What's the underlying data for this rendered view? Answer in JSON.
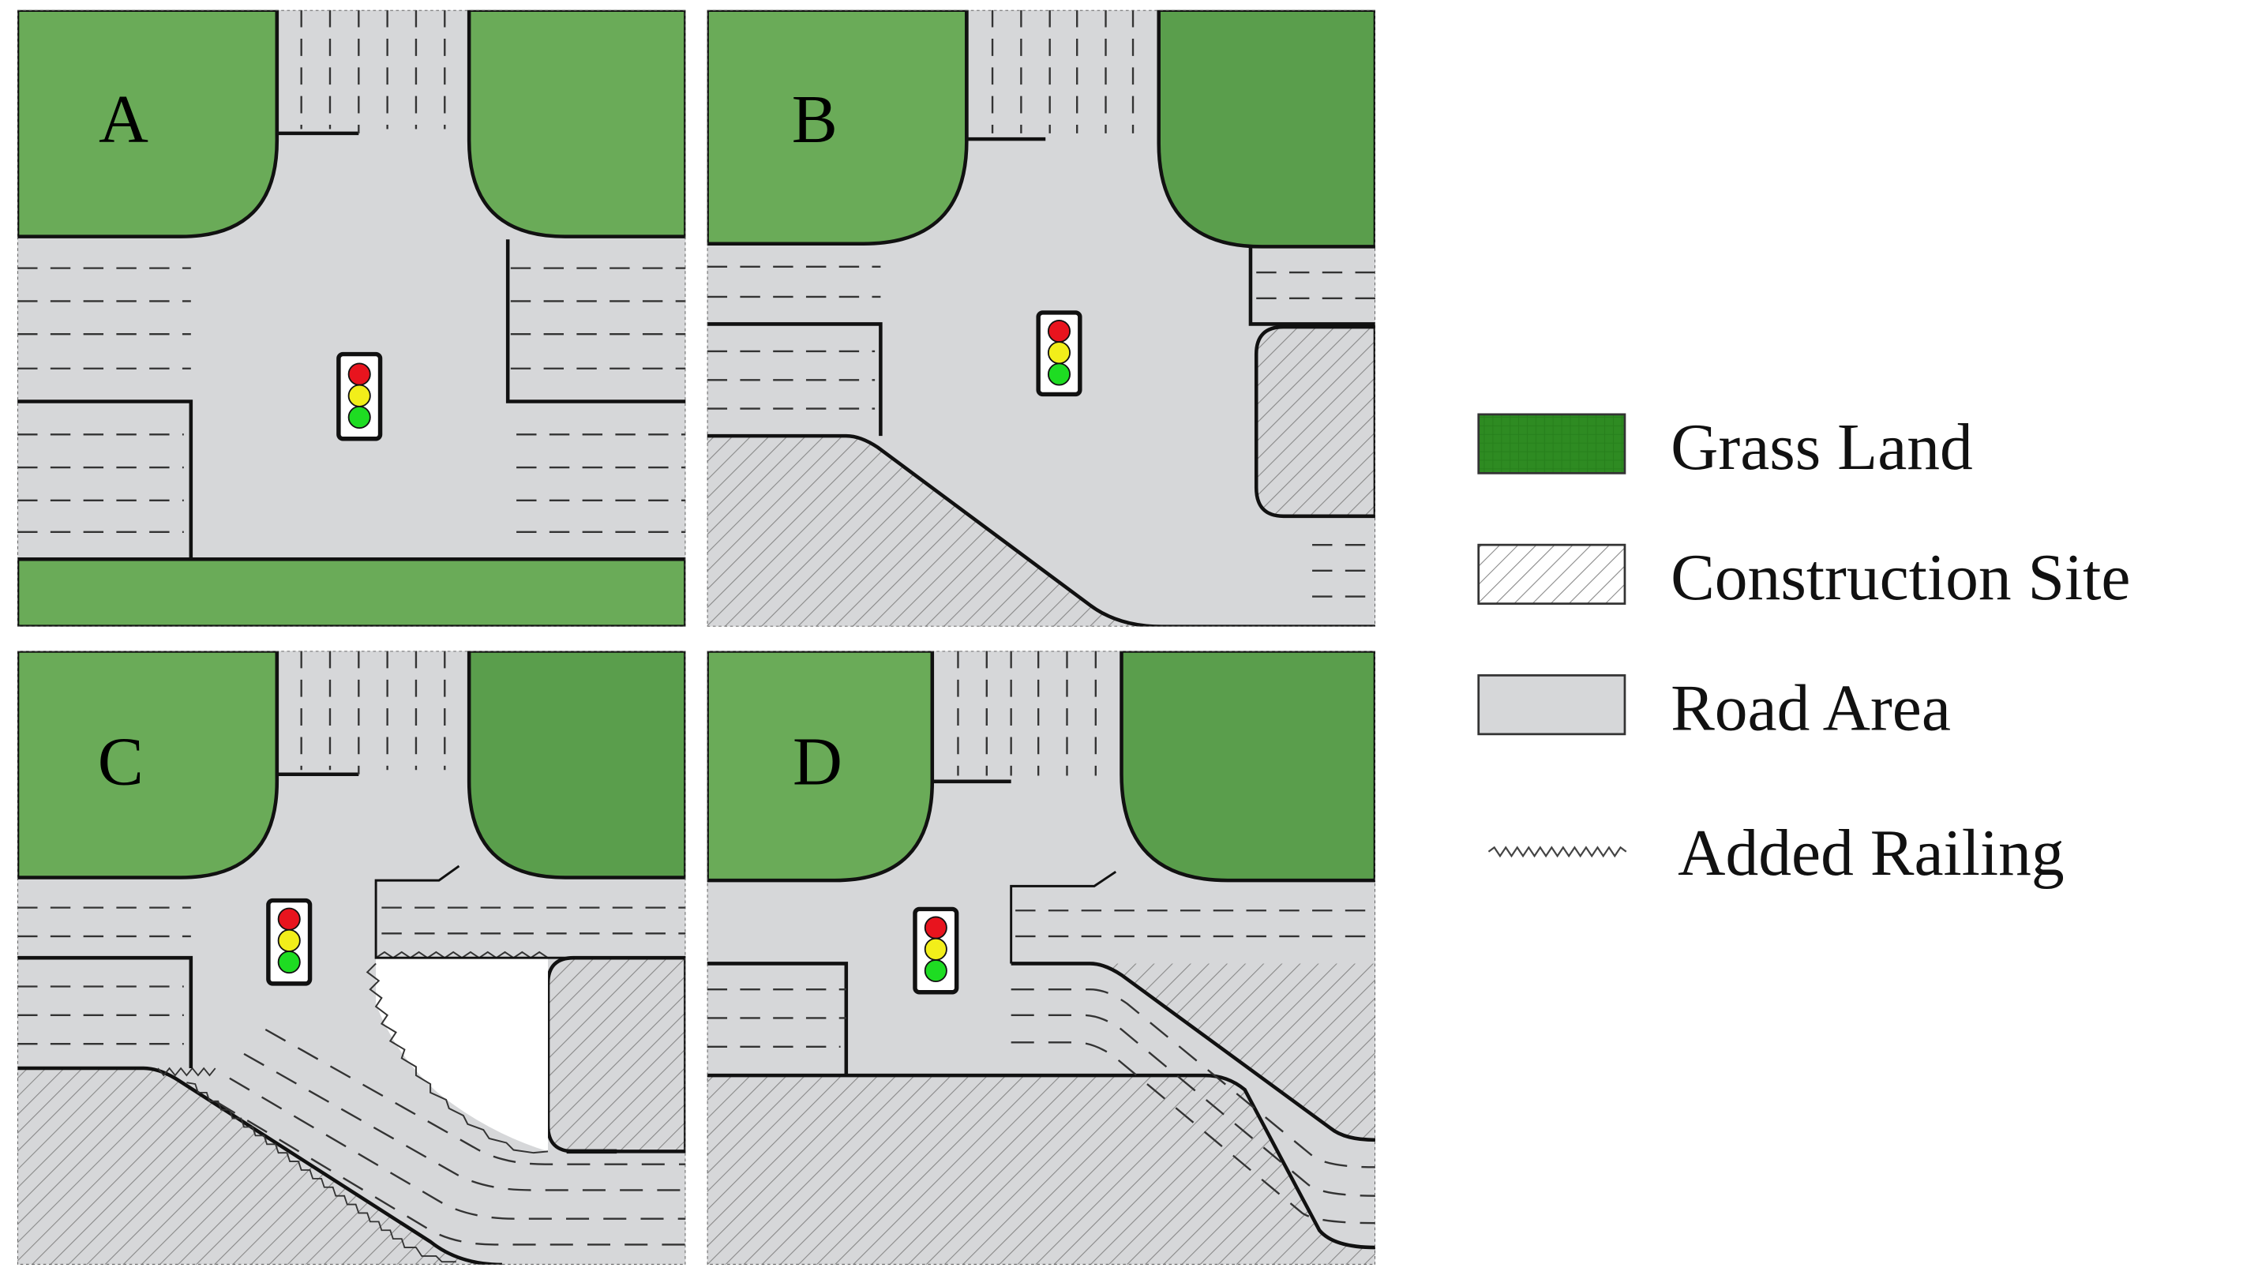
{
  "panels": [
    {
      "id": "panel-a",
      "label": "A"
    },
    {
      "id": "panel-b",
      "label": "B"
    },
    {
      "id": "panel-c",
      "label": "C"
    },
    {
      "id": "panel-d",
      "label": "D"
    }
  ],
  "legend": {
    "items": [
      {
        "id": "grass",
        "label": "Grass Land",
        "color": "#2e8b22"
      },
      {
        "id": "construction",
        "label": "Construction Site",
        "color": "#ffffff"
      },
      {
        "id": "road",
        "label": "Road Area",
        "color": "#d6d7d9"
      },
      {
        "id": "railing",
        "label": "Added Railing",
        "color": "#444444"
      }
    ]
  },
  "colors": {
    "grass_light": "#6aab58",
    "grass_dark": "#5a9e4c",
    "road": "#d6d7d9",
    "edge": "#111111",
    "light_red": "#e8141e",
    "light_yellow": "#f2ee1a",
    "light_green": "#1edc22"
  }
}
